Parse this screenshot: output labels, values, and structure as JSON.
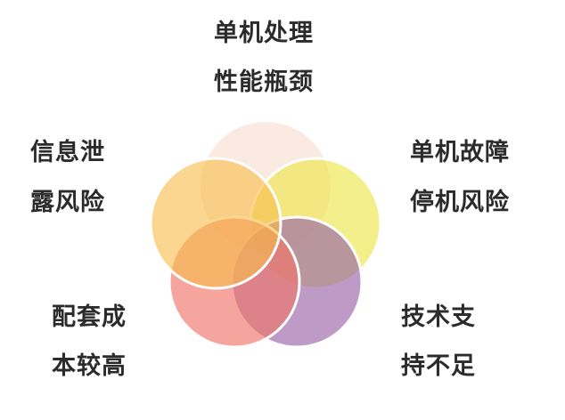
{
  "labels": {
    "top": [
      "单机处理",
      "性能瓶颈"
    ],
    "left": [
      "信息泄",
      "露风险"
    ],
    "right": [
      "单机故障",
      "停机风险"
    ],
    "bottom_left": [
      "配套成",
      "本较高"
    ],
    "bottom_right": [
      "技术支",
      "持不足"
    ]
  },
  "colors": {
    "top": "#f9dccd",
    "left": "#f7bd4c",
    "right": "#ebe544",
    "bottom_left": "#ef7468",
    "bottom_right": "#9a66a8"
  }
}
